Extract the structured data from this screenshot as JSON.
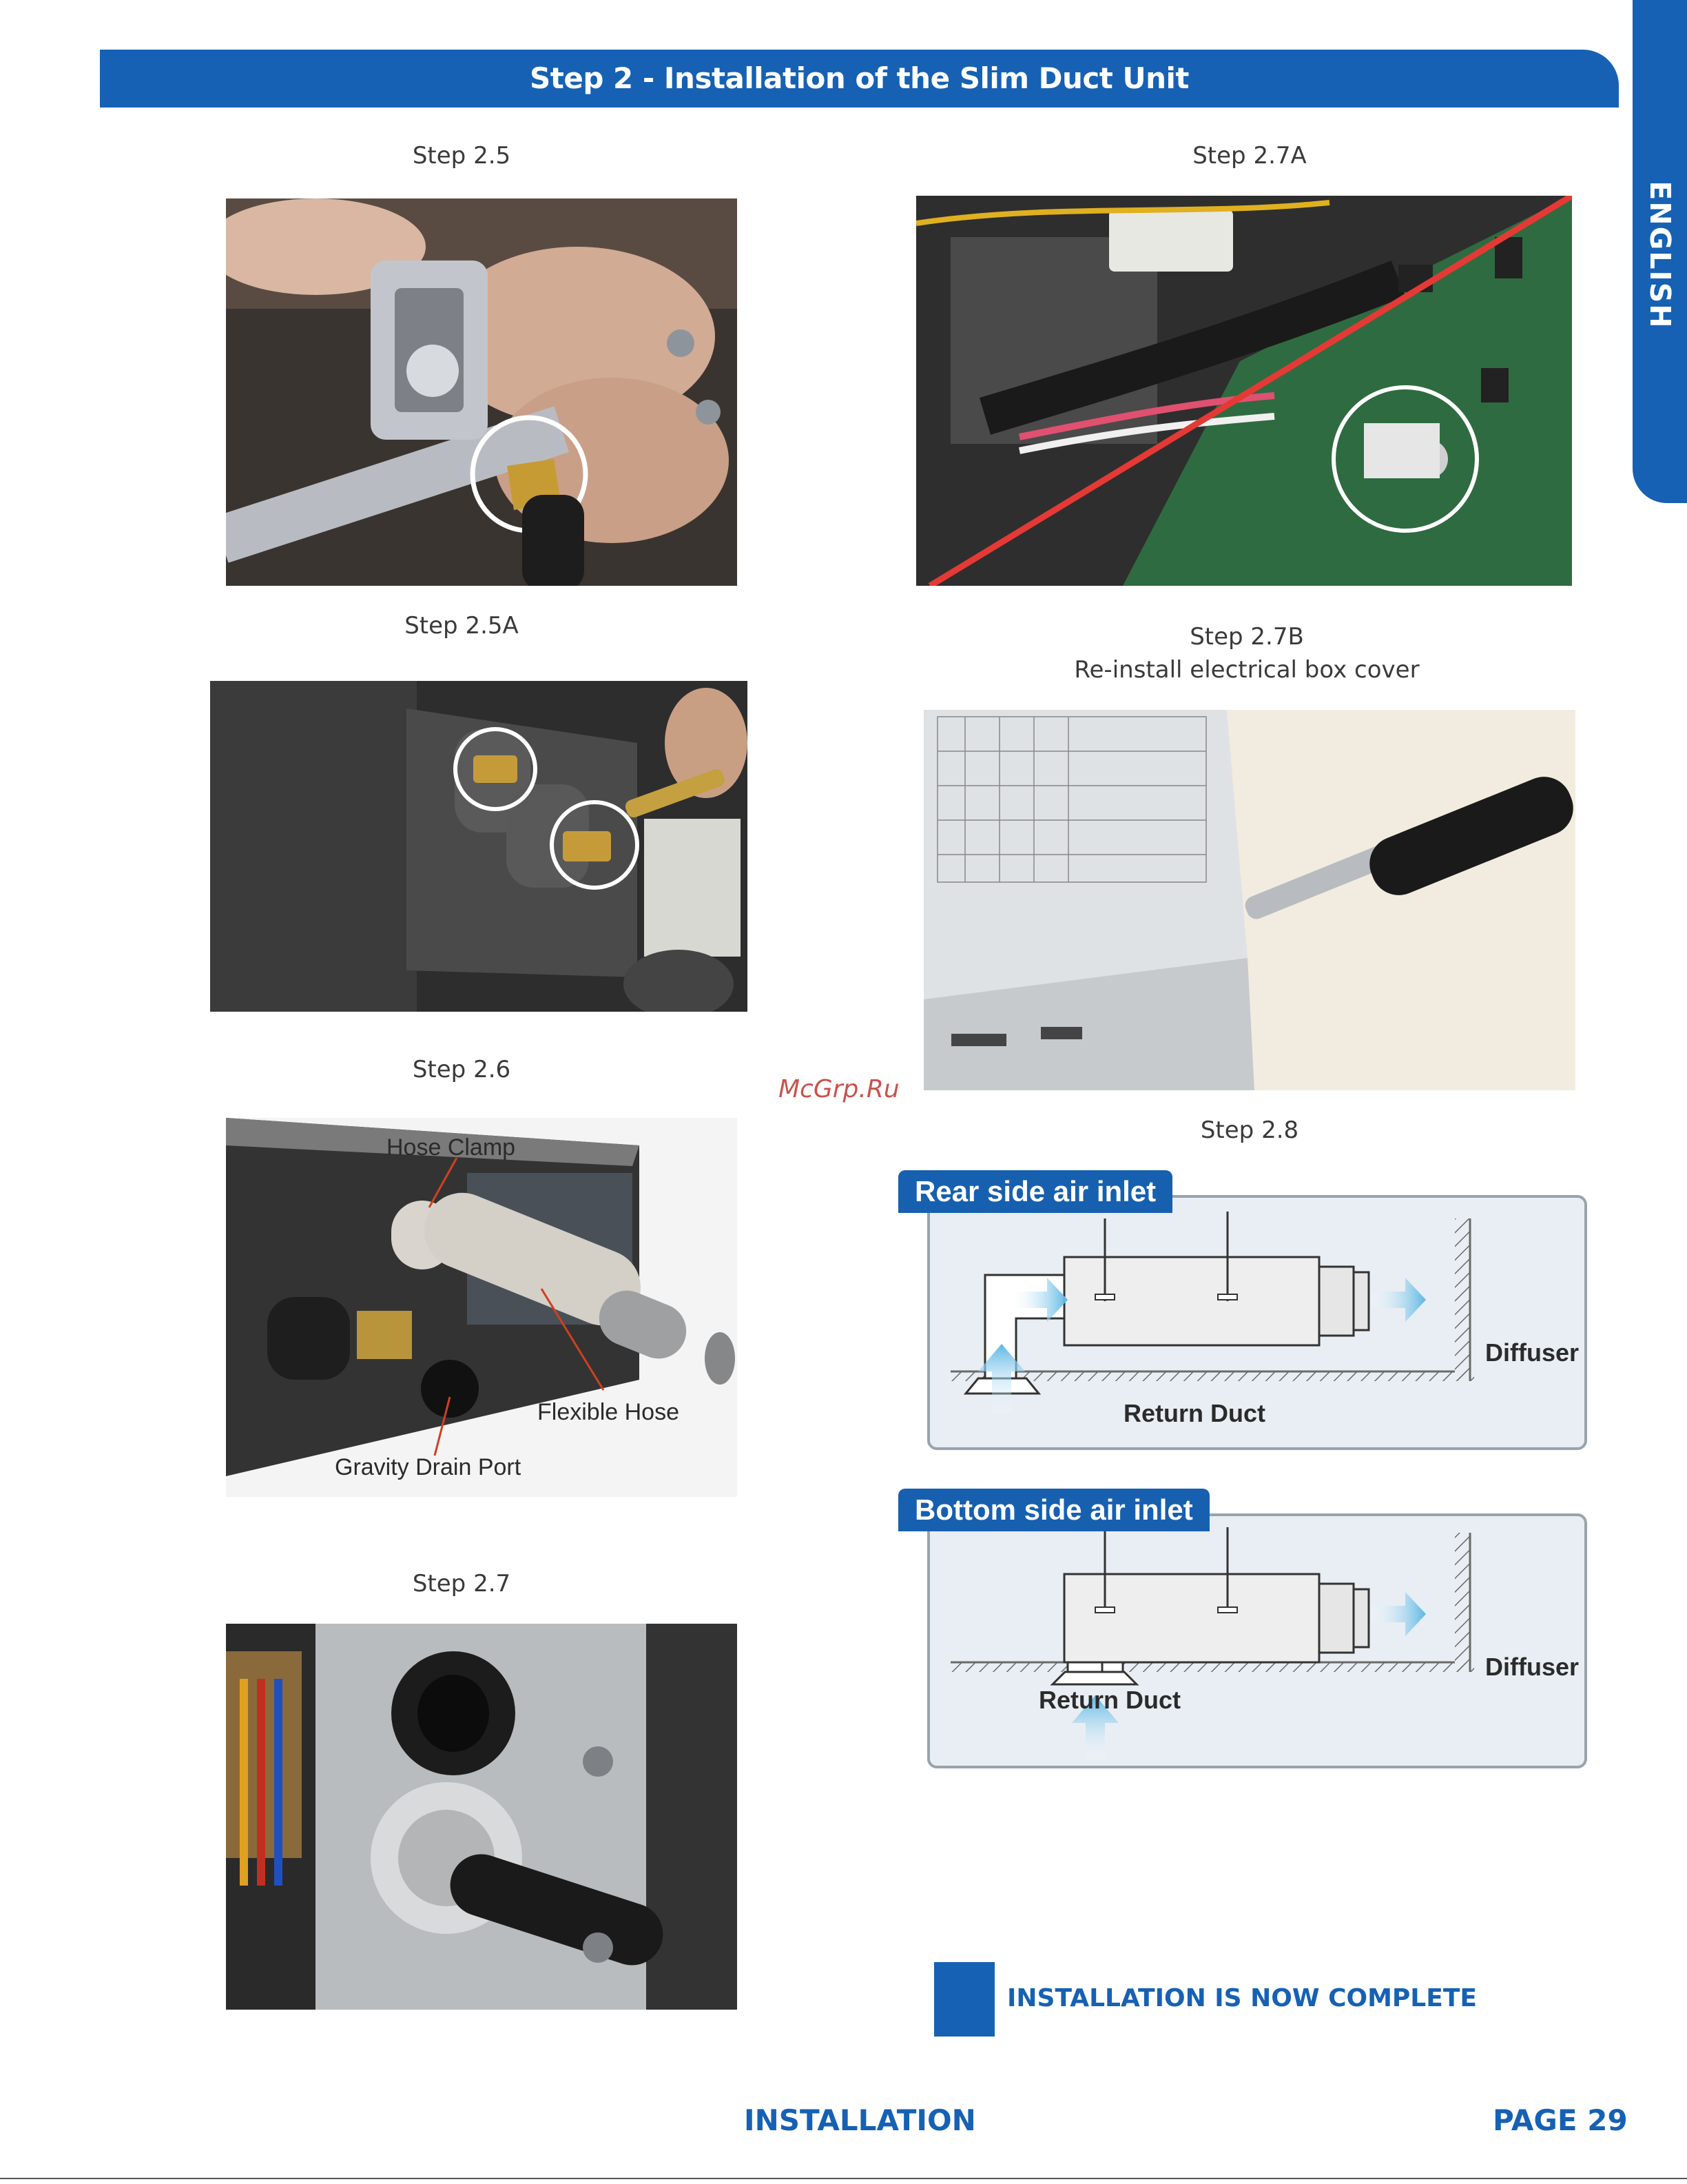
{
  "header": {
    "title": "Step 2 - Installation of the Slim Duct Unit"
  },
  "side_tab": {
    "label": "ENGLISH"
  },
  "steps": {
    "s25": "Step 2.5",
    "s25a": "Step 2.5A",
    "s26": "Step 2.6",
    "s27": "Step 2.7",
    "s27a": "Step 2.7A",
    "s27b": "Step 2.7B",
    "s27b_sub": "Re-install electrical box cover",
    "s28": "Step 2.8"
  },
  "photo_labels": {
    "hose_clamp": "Hose Clamp",
    "flexible_hose": "Flexible Hose",
    "gravity_drain": "Gravity Drain Port"
  },
  "diagrams": {
    "rear": {
      "title": "Rear side air inlet",
      "diffuser": "Diffuser",
      "return_duct": "Return Duct"
    },
    "bottom": {
      "title": "Bottom side air inlet",
      "diffuser": "Diffuser",
      "return_duct": "Return Duct"
    }
  },
  "completion": {
    "text": "INSTALLATION IS NOW COMPLETE"
  },
  "footer": {
    "section": "INSTALLATION",
    "page": "PAGE 29"
  },
  "watermark": "McGrp.Ru",
  "colors": {
    "brand_blue": "#1661b4",
    "arrow_blue": "#5bb6e4",
    "red_line": "#e53935"
  }
}
